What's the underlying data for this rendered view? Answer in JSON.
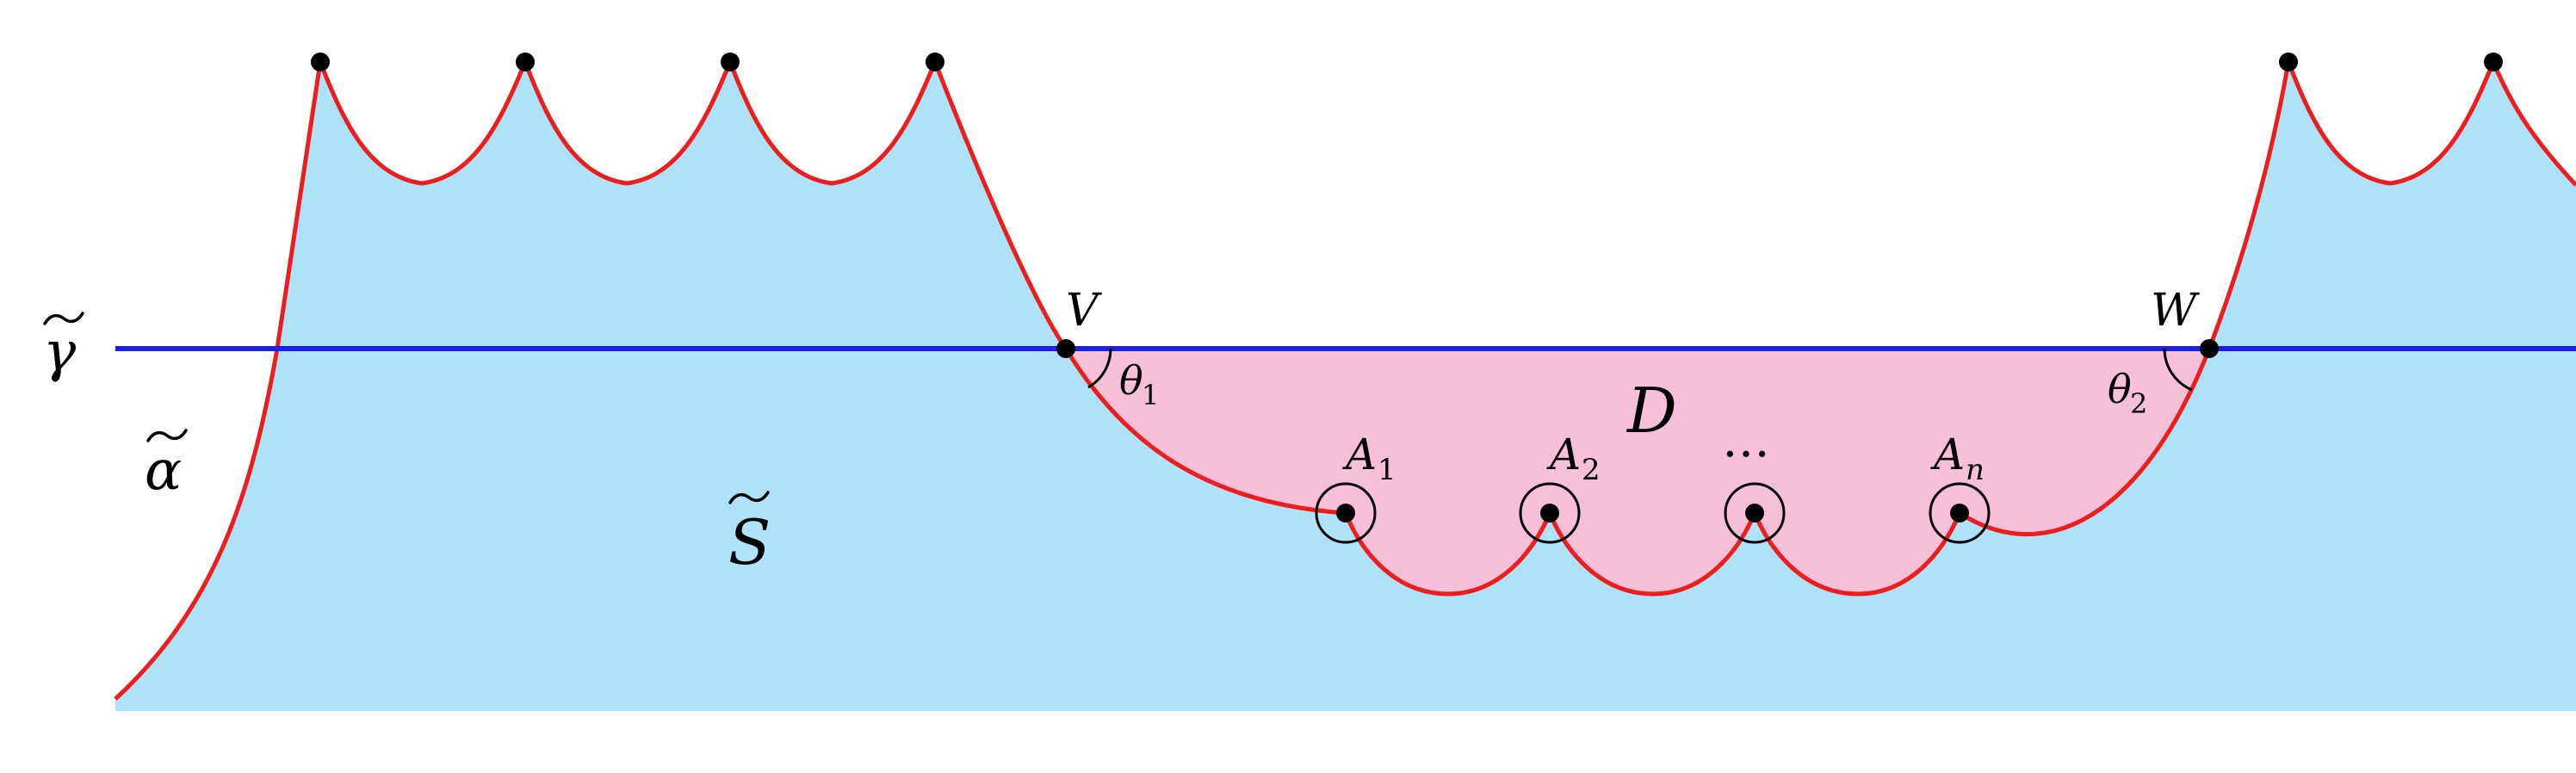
{
  "labels": {
    "gamma_tilde": "γ",
    "alpha_tilde": "α",
    "s_tilde": "S",
    "region_d": "D",
    "vertex_v": "V",
    "vertex_w": "W",
    "angle_1": "θ",
    "angle_1_sub": "1",
    "angle_2": "θ",
    "angle_2_sub": "2",
    "puncture_1": "A",
    "puncture_1_sub": "1",
    "puncture_2": "A",
    "puncture_2_sub": "2",
    "puncture_n": "A",
    "puncture_n_sub": "n",
    "ellipsis": "…"
  },
  "colors": {
    "surface_fill": "#ade2f9",
    "disk_fill": "#f7bfd8",
    "boundary_curve": "#ee1c1c",
    "geodesic_line": "#1f1fe0",
    "marks": "#000000"
  }
}
